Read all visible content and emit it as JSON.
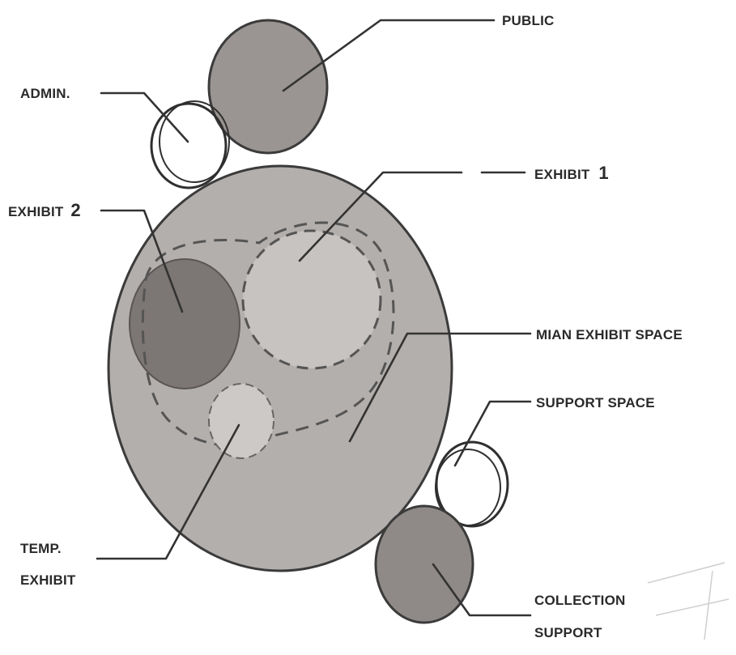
{
  "labels": {
    "public": "PUBLIC",
    "admin": "ADMIN.",
    "exhibit_1_word": "EXHIBIT",
    "exhibit_1_number": "1",
    "exhibit_2_word": "EXHIBIT",
    "exhibit_2_number": "2",
    "main_exhibit_space": "MIAN EXHIBIT SPACE",
    "support_space": "SUPPORT SPACE",
    "temp_exhibit_line1": "TEMP.",
    "temp_exhibit_line2": "EXHIBIT",
    "collection_support_line1": "COLLECTION",
    "collection_support_line2": "SUPPORT"
  },
  "colors": {
    "main_space_fill": "#b3afad",
    "public_fill": "#9a9592",
    "exhibit_1_fill": "#c7c3c0",
    "exhibit_2_fill": "#7c7674",
    "temp_exhibit_fill": "#cdc9c6",
    "collection_support_fill": "#8f8a88",
    "line_color": "#333333"
  }
}
